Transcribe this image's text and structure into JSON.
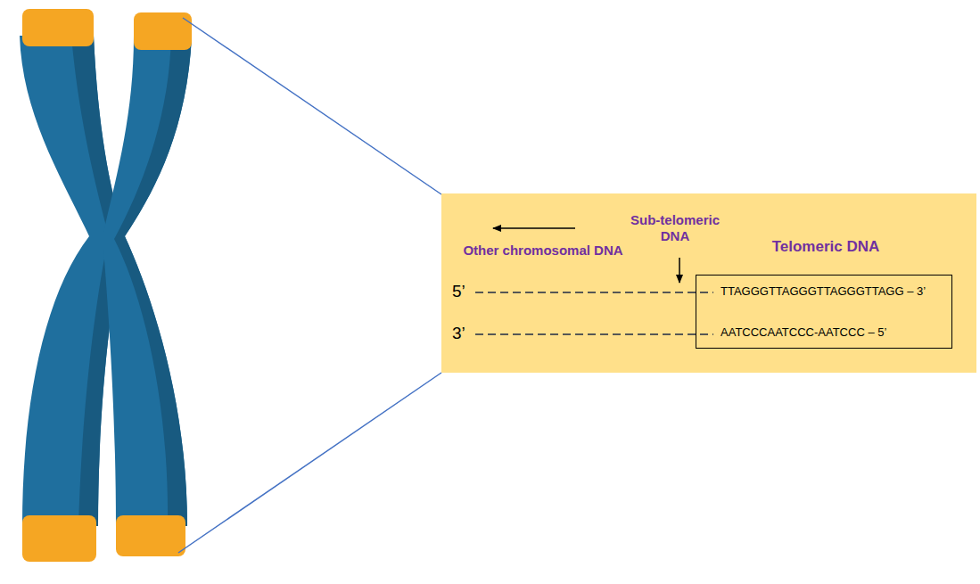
{
  "diagram": {
    "nodes": [
      {
        "text": [
          "Other chromosomal DNA",
          "Sub-telomeric DNA",
          "5’",
          "3’"
        ]
      },
      {
        "text": [
          "Telomeric DNA",
          "TTAGGGTTAGGGTTAGGGTTAGG – 3’",
          "AATCCCAATCCC-AATCCC – 5’"
        ],
        "in": 0
      }
    ]
  }
}
